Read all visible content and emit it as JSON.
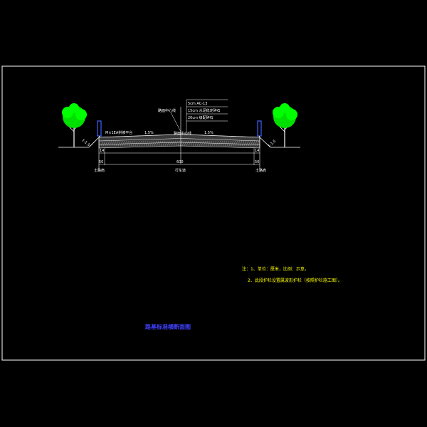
{
  "colors": {
    "background": "#000000",
    "frame": "#ffffff",
    "pavement": "#ffffff",
    "tree_foliage": "#00e000",
    "post": "#4060ff",
    "notes_text": "#ffff00",
    "title_text": "#4040ff"
  },
  "section": {
    "leader_label": "路面中心线",
    "layers": [
      "5cm AC-13",
      "15cm 水泥稳定碎石",
      "20cm 级配碎石"
    ],
    "crown_label": "路面中心线",
    "left_slope_label": "1.5%",
    "right_slope_label": "1.5%",
    "left_side_note": "M×1EA拱坡平台",
    "left_embank_ratio": "1:1.5",
    "right_embank_ratio": "1:1.5"
  },
  "dimensions": {
    "left_shoulder": "50",
    "right_shoulder": "50",
    "center_width": "600",
    "left_small": "14",
    "right_small": "14",
    "left_label": "土路肩",
    "center_label": "行车道",
    "right_label": "土路肩"
  },
  "notes": {
    "line1": "注：1、单位：厘米，比例：示意。",
    "line2": "2、此段护栏设置属波形护栏（按照护栏施工图）。"
  },
  "title": "路基标准横断面图",
  "icons": [
    "tree-icon",
    "post-icon"
  ]
}
